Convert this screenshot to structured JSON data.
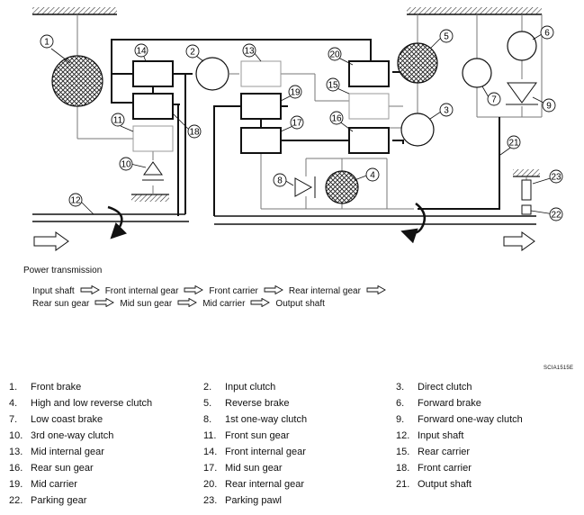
{
  "callouts": [
    "1",
    "2",
    "3",
    "4",
    "5",
    "6",
    "7",
    "8",
    "9",
    "10",
    "11",
    "12",
    "13",
    "14",
    "15",
    "16",
    "17",
    "18",
    "19",
    "20",
    "21",
    "22",
    "23"
  ],
  "power_transmission": {
    "title": "Power transmission",
    "line1": [
      "Input shaft",
      "Front internal gear",
      "Front carrier",
      "Rear internal gear"
    ],
    "line2": [
      "Rear sun gear",
      "Mid sun gear",
      "Mid carrier",
      "Output shaft"
    ]
  },
  "figure_code": "SCIA1515E",
  "parts": [
    {
      "num": "1.",
      "name": "Front brake"
    },
    {
      "num": "2.",
      "name": "Input clutch"
    },
    {
      "num": "3.",
      "name": "Direct clutch"
    },
    {
      "num": "4.",
      "name": "High and low reverse clutch"
    },
    {
      "num": "5.",
      "name": "Reverse brake"
    },
    {
      "num": "6.",
      "name": "Forward brake"
    },
    {
      "num": "7.",
      "name": "Low coast brake"
    },
    {
      "num": "8.",
      "name": "1st one-way clutch"
    },
    {
      "num": "9.",
      "name": "Forward one-way clutch"
    },
    {
      "num": "10.",
      "name": "3rd one-way clutch"
    },
    {
      "num": "11.",
      "name": "Front sun gear"
    },
    {
      "num": "12.",
      "name": "Input shaft"
    },
    {
      "num": "13.",
      "name": "Mid internal gear"
    },
    {
      "num": "14.",
      "name": "Front internal gear"
    },
    {
      "num": "15.",
      "name": "Rear carrier"
    },
    {
      "num": "16.",
      "name": "Rear sun gear"
    },
    {
      "num": "17.",
      "name": "Mid sun gear"
    },
    {
      "num": "18.",
      "name": "Front carrier"
    },
    {
      "num": "19.",
      "name": "Mid carrier"
    },
    {
      "num": "20.",
      "name": "Rear internal gear"
    },
    {
      "num": "21.",
      "name": "Output shaft"
    },
    {
      "num": "22.",
      "name": "Parking gear"
    },
    {
      "num": "23.",
      "name": "Parking pawl"
    }
  ]
}
